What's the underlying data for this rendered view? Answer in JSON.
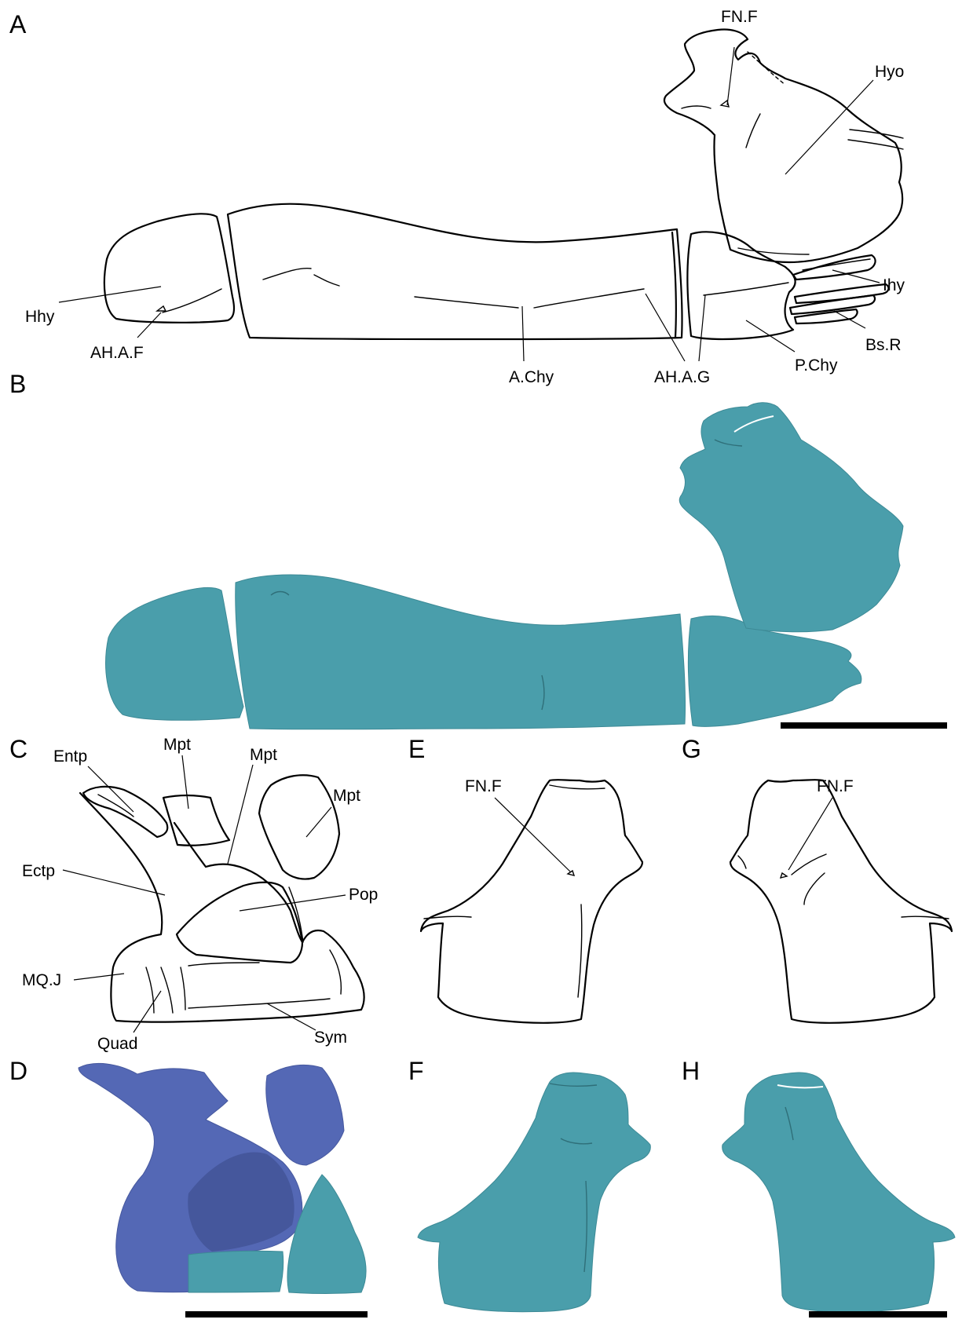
{
  "panels": {
    "A": "A",
    "B": "B",
    "C": "C",
    "D": "D",
    "E": "E",
    "F": "F",
    "G": "G",
    "H": "H"
  },
  "labels_A": {
    "fnf": "FN.F",
    "hyo": "Hyo",
    "hhy": "Hhy",
    "ahaf": "AH.A.F",
    "achy": "A.Chy",
    "ahag": "AH.A.G",
    "pchy": "P.Chy",
    "ihy": "Ihy",
    "bsr": "Bs.R"
  },
  "labels_C": {
    "entp": "Entp",
    "mpt1": "Mpt",
    "mpt2": "Mpt",
    "mpt3": "Mpt",
    "ectp": "Ectp",
    "pop": "Pop",
    "mqj": "MQ.J",
    "quad": "Quad",
    "sym": "Sym"
  },
  "labels_E": {
    "fnf": "FN.F"
  },
  "labels_G": {
    "fnf": "FN.F"
  },
  "colors": {
    "teal": "#4a9eab",
    "blue": "#5468b5",
    "ink": "#000000",
    "background": "#ffffff"
  }
}
